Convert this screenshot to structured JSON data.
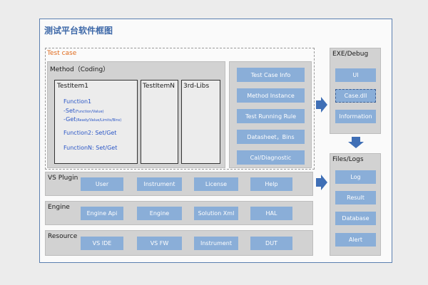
{
  "title": "测试平台软件框图",
  "test_case": {
    "label": "Test case",
    "method_label": "Method（Coding）",
    "testitem1": {
      "title": "TestItem1",
      "function1": "Function1",
      "set": "-Set",
      "set_params": "(Function/Value)",
      "get": "-Get",
      "get_params": "(Ready/Value/Limits/Bins)",
      "function2": "Function2: Set/Get",
      "functionN": "FunctionN: Set/Get"
    },
    "testitemN": "TestItemN",
    "third_libs": "3rd-Libs",
    "info_buttons": [
      "Test Case Info",
      "Method Instance",
      "Test Running Rule",
      "Datasheet，Bins",
      "Cal/Diagnostic"
    ]
  },
  "vs_plugin": {
    "label": "VS Plugin",
    "items": [
      "User",
      "Instrument",
      "License",
      "Help"
    ]
  },
  "engine": {
    "label": "Engine",
    "items": [
      "Engine Api",
      "Engine",
      "Solution Xml",
      "HAL"
    ]
  },
  "resource": {
    "label": "Resource",
    "items": [
      "VS IDE",
      "VS FW",
      "Instrument",
      "DUT"
    ]
  },
  "exe_debug": {
    "label": "EXE/Debug",
    "items": [
      "UI",
      "Case.dll",
      "Information"
    ]
  },
  "files_logs": {
    "label": "Files/Logs",
    "items": [
      "Log",
      "Result",
      "Database",
      "Alert"
    ]
  },
  "colors": {
    "title": "#3d68a8",
    "test_case_label": "#e06a1b",
    "button": "#8aaed8",
    "arrow": "#3f6fb6",
    "panel": "#d2d2d2"
  }
}
